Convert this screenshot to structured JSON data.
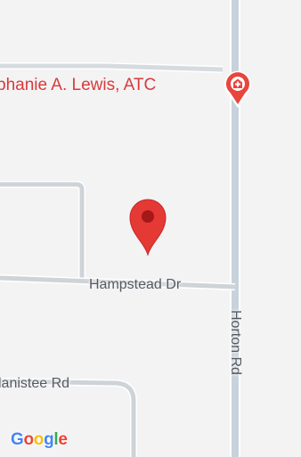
{
  "map": {
    "poi": {
      "label": "phanie A. Lewis, ATC",
      "icon": "medical-cross-icon",
      "color": "#d93a3a"
    },
    "pin": {
      "icon": "location-pin-icon",
      "color": "#e53935"
    },
    "roads": {
      "hampstead": "Hampstead Dr",
      "horton": "Horton Rd",
      "manistee": "lanistee Rd"
    },
    "logo": {
      "letters": [
        "G",
        "o",
        "o",
        "g",
        "l",
        "e"
      ],
      "colors": [
        "#4285f4",
        "#ea4335",
        "#fbbc05",
        "#4285f4",
        "#34a853",
        "#ea4335"
      ]
    },
    "colors": {
      "background": "#f3f3f4",
      "road_major": "#c8d2dc",
      "road_minor": "#ced3d8"
    }
  }
}
